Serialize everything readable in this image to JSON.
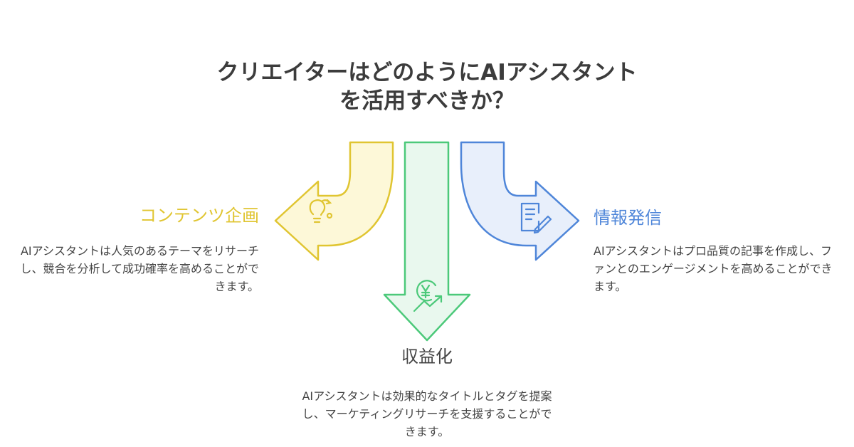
{
  "title": {
    "line1": "クリエイターはどのようにAIアシスタント",
    "line2": "を活用すべきか？"
  },
  "sections": {
    "content": {
      "heading": "コンテンツ企画",
      "description": "AIアシスタントは人気のあるテーマをリサーチし、競合を分析して成功確率を高めることができます。",
      "color": "#e0c531",
      "fill": "#fdf8d8",
      "icon": "lightbulb-icon"
    },
    "monetize": {
      "heading": "収益化",
      "description": "AIアシスタントは効果的なタイトルとタグを提案し、マーケティングリサーチを支援することができます。",
      "color": "#4cc97a",
      "fill": "#e9f8ee",
      "icon": "yen-growth-icon"
    },
    "publish": {
      "heading": "情報発信",
      "description": "AIアシスタントはプロ品質の記事を作成し、ファンとのエンゲージメントを高めることができます。",
      "color": "#4f86d9",
      "fill": "#e8effb",
      "icon": "document-pen-icon"
    }
  }
}
